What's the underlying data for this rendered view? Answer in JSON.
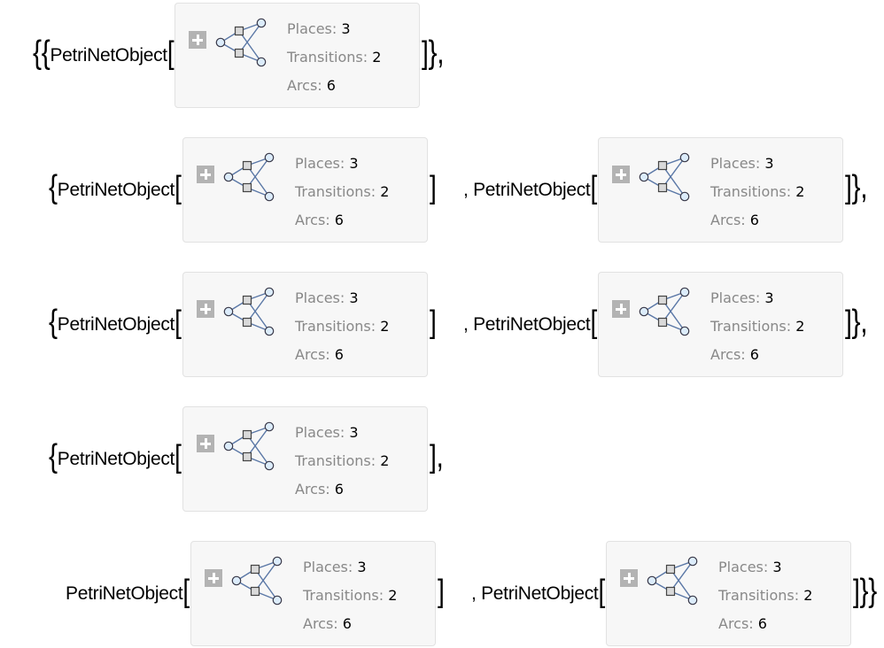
{
  "object_head": "PetriNetObject",
  "labels": {
    "places": "Places:",
    "transitions": "Transitions:",
    "arcs": "Arcs:"
  },
  "summary": {
    "places": "3",
    "transitions": "2",
    "arcs": "6"
  },
  "colors": {
    "edge": "#5a77a6",
    "place_fill": "#dcecfb",
    "transition_fill": "#d9d9d9",
    "box_bg": "#f7f7f7"
  },
  "rows": [
    {
      "count": 1,
      "open": "{{",
      "close": "},"
    },
    {
      "count": 2,
      "open": "{",
      "close": "},"
    },
    {
      "count": 2,
      "open": "{",
      "close": "},"
    },
    {
      "count": 1,
      "open": "{",
      "close": ","
    },
    {
      "count": 2,
      "open": "",
      "close": "}}"
    }
  ]
}
